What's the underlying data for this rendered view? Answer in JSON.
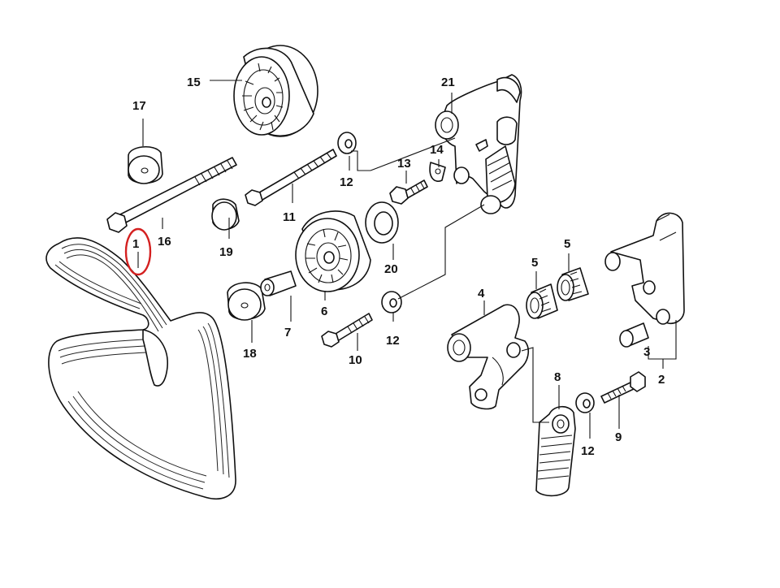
{
  "callouts": [
    {
      "id": "p1",
      "number": "1"
    },
    {
      "id": "p2",
      "number": "2"
    },
    {
      "id": "p3",
      "number": "3"
    },
    {
      "id": "p4",
      "number": "4"
    },
    {
      "id": "p5a",
      "number": "5"
    },
    {
      "id": "p5b",
      "number": "5"
    },
    {
      "id": "p6",
      "number": "6"
    },
    {
      "id": "p7",
      "number": "7"
    },
    {
      "id": "p8",
      "number": "8"
    },
    {
      "id": "p9",
      "number": "9"
    },
    {
      "id": "p10",
      "number": "10"
    },
    {
      "id": "p11",
      "number": "11"
    },
    {
      "id": "p12a",
      "number": "12"
    },
    {
      "id": "p12b",
      "number": "12"
    },
    {
      "id": "p12c",
      "number": "12"
    },
    {
      "id": "p13",
      "number": "13"
    },
    {
      "id": "p14",
      "number": "14"
    },
    {
      "id": "p15",
      "number": "15"
    },
    {
      "id": "p16",
      "number": "16"
    },
    {
      "id": "p17",
      "number": "17"
    },
    {
      "id": "p18",
      "number": "18"
    },
    {
      "id": "p19",
      "number": "19"
    },
    {
      "id": "p20",
      "number": "20"
    },
    {
      "id": "p21",
      "number": "21"
    }
  ],
  "highlight": {
    "callout": "p1",
    "color": "#d42020"
  },
  "colors": {
    "line": "#111111",
    "background": "#ffffff"
  }
}
